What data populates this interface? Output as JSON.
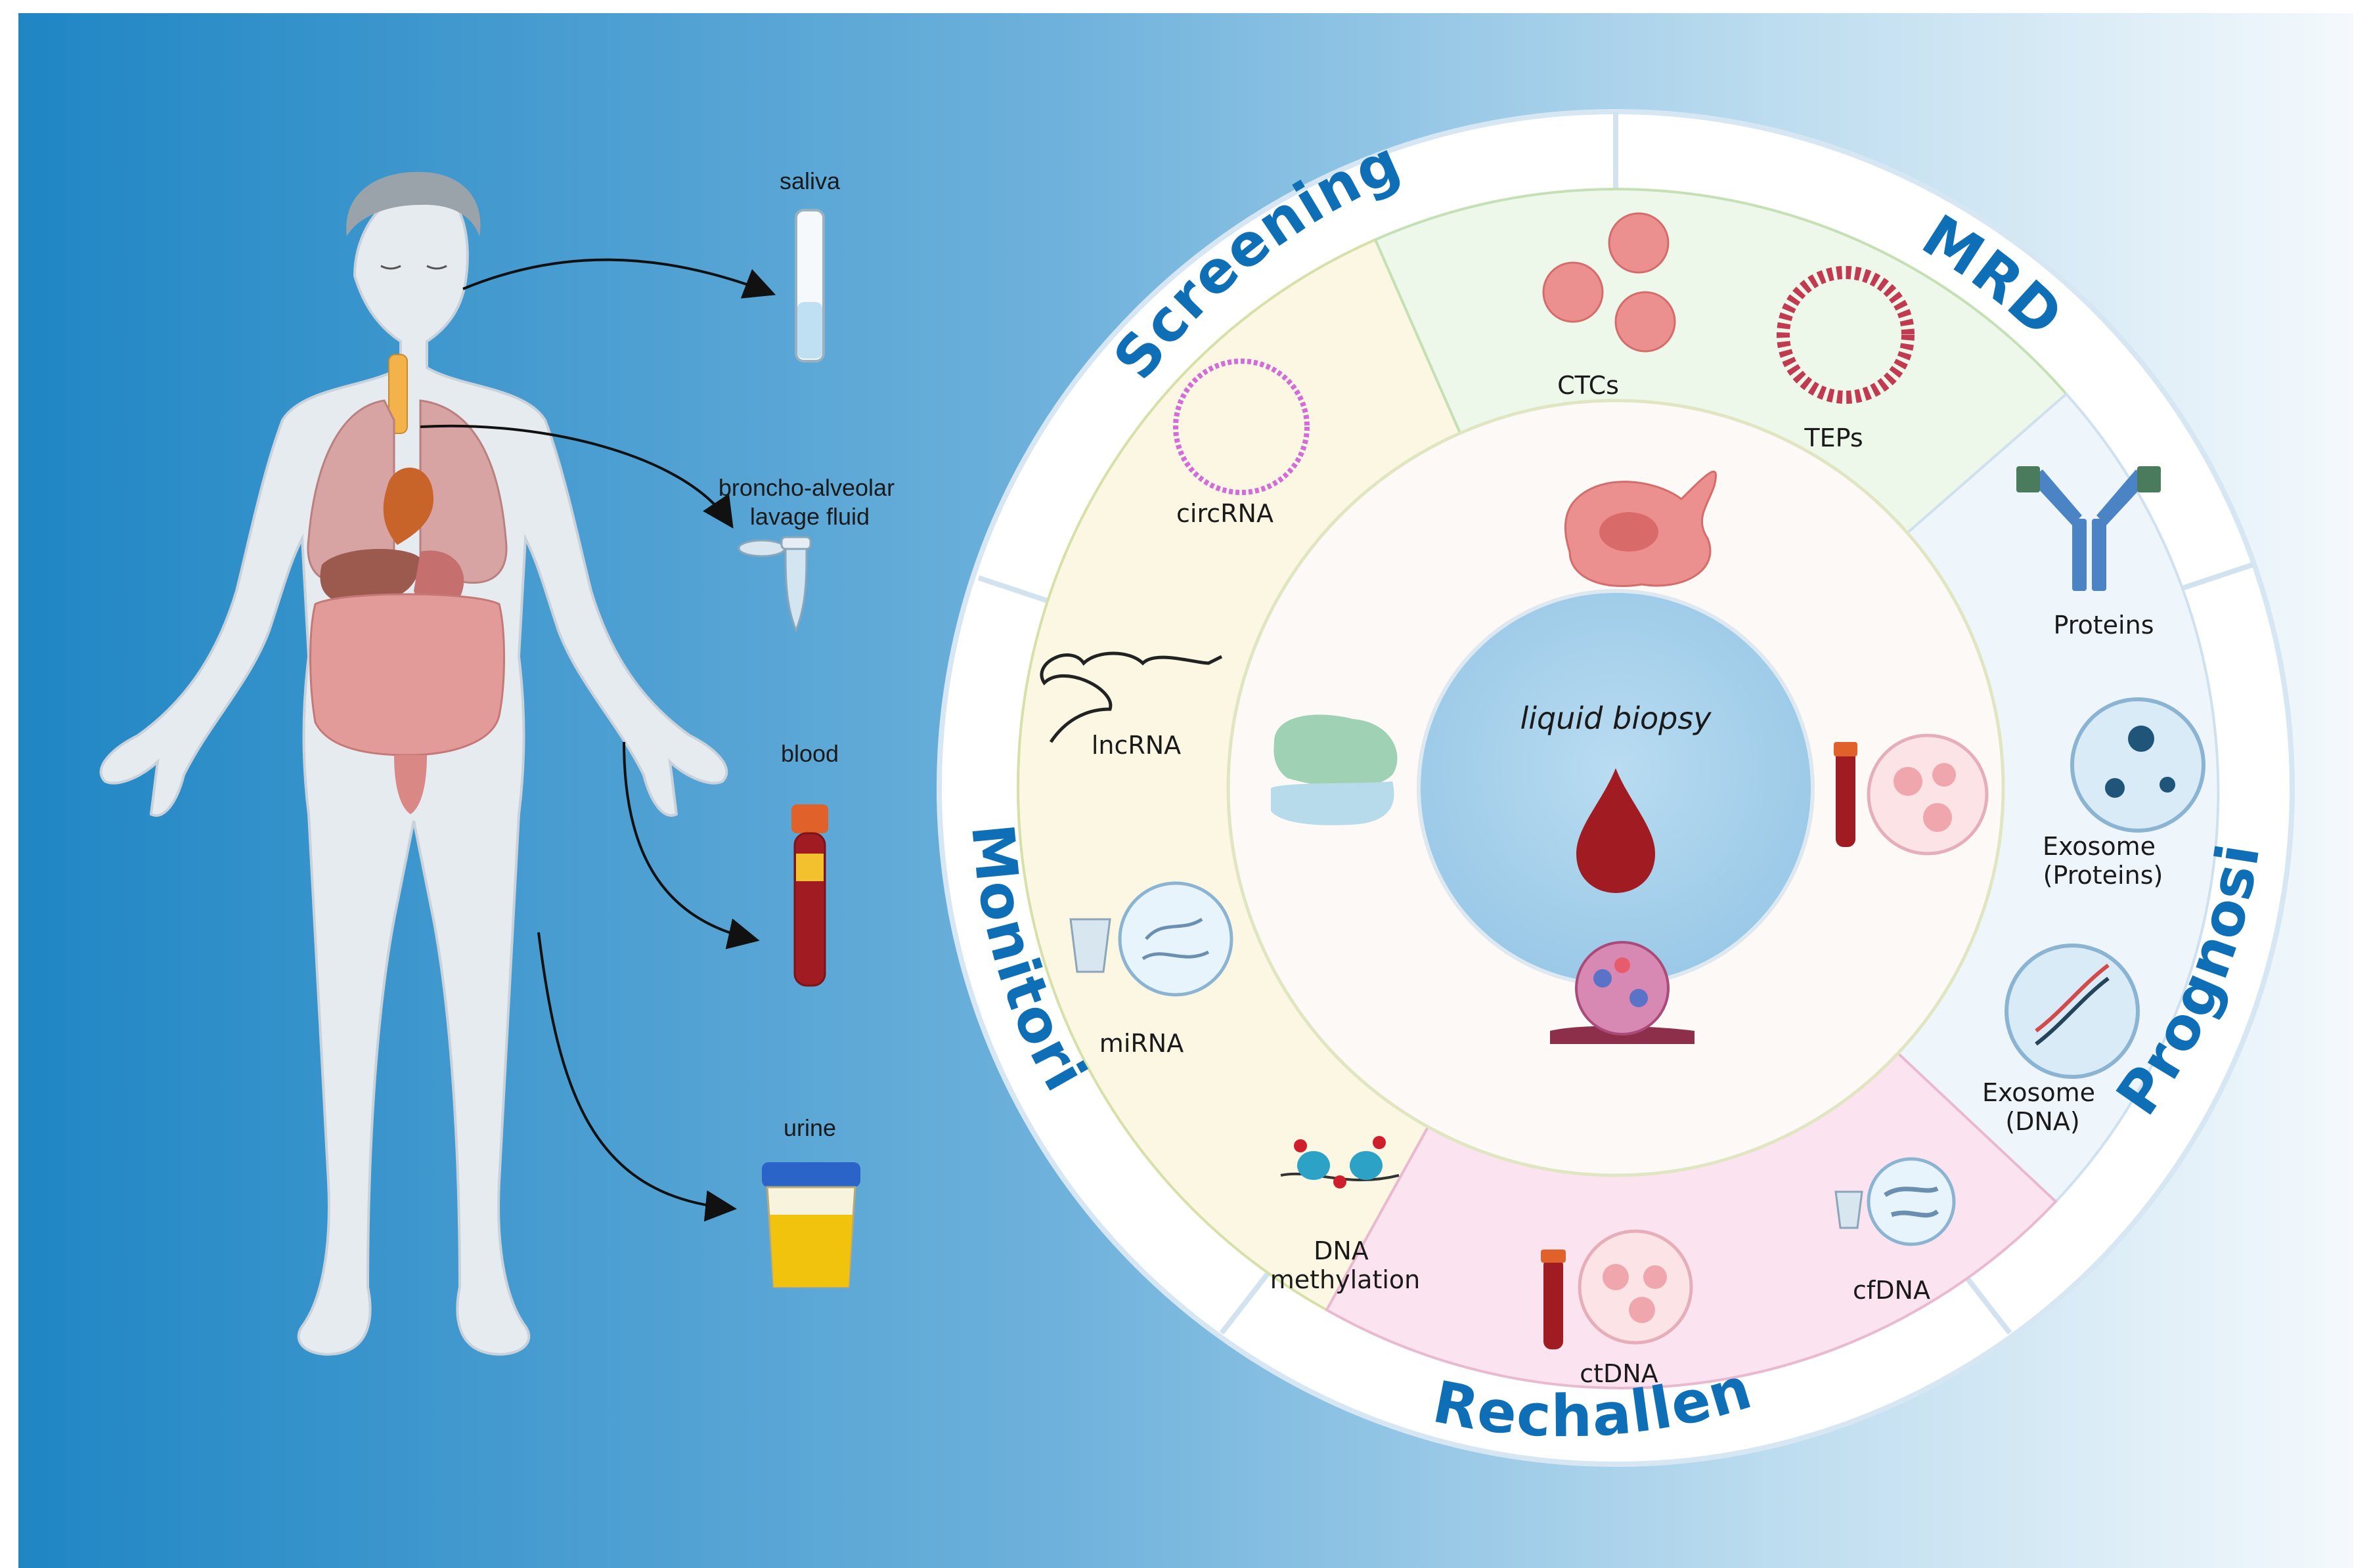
{
  "colors": {
    "background_left": "#1f86c4",
    "background_right": "#f2f8fc",
    "ring_label": "#0f6fb6",
    "blood": "#a01c22",
    "screening_sector": "#fbf7e2",
    "mrd_sector": "#eef8ea",
    "prognosis_sector": "#eef5fb",
    "rechallenge_sector": "#fbe4ef",
    "center_circle": "#a8d1ec"
  },
  "body": {
    "samples": [
      {
        "id": "saliva",
        "label_lines": [
          "saliva"
        ]
      },
      {
        "id": "balf",
        "label_lines": [
          "broncho-alveolar",
          "lavage fluid"
        ]
      },
      {
        "id": "blood",
        "label_lines": [
          "blood"
        ]
      },
      {
        "id": "urine",
        "label_lines": [
          "urine"
        ]
      }
    ]
  },
  "wheel": {
    "center_label": "liquid biopsy",
    "ring_labels": {
      "screening": "Screening",
      "mrd": "MRD",
      "prognosis": "Prognosis",
      "rechallenge": "Rechallenge",
      "monitoring": "Monitoring"
    },
    "analytes": {
      "circrna": [
        "circRNA"
      ],
      "ctcs": [
        "CTCs"
      ],
      "teps": [
        "TEPs"
      ],
      "proteins": [
        "Proteins"
      ],
      "exosome_proteins": [
        "Exosome",
        "(Proteins)"
      ],
      "exosome_dna": [
        "Exosome",
        "(DNA)"
      ],
      "lncrna": [
        "lncRNA"
      ],
      "mirna": [
        "miRNA"
      ],
      "dna_methylation": [
        "DNA",
        "methylation"
      ],
      "ctdna": [
        "ctDNA"
      ],
      "cfdna": [
        "cfDNA"
      ]
    }
  }
}
